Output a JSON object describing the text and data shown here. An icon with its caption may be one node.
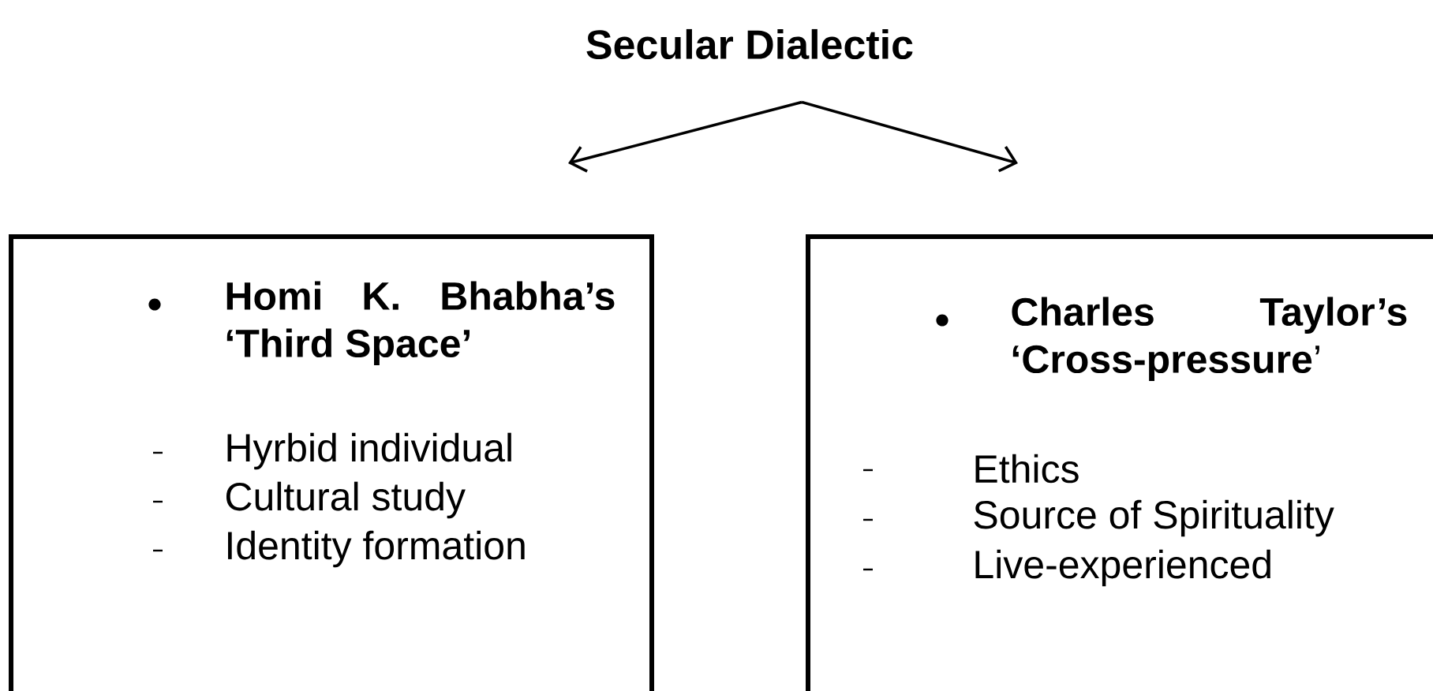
{
  "diagram": {
    "nodes": [
      {
        "text": [
          "Secular Dialectic"
        ]
      },
      {
        "text": [
          "Homi K. Bhabha’s ‘Third Space’",
          "Hyrbid individual",
          "Cultural study",
          "Identity formation"
        ]
      },
      {
        "text": [
          "**Charles Taylor’s ‘Cross-pressure**’",
          "Ethics",
          "Source of Spirituality",
          "Live-experienced"
        ]
      }
    ],
    "edges": [
      {
        "from": 0,
        "to": 1,
        "arrow": "to"
      },
      {
        "from": 0,
        "to": 2,
        "arrow": "to"
      }
    ]
  }
}
